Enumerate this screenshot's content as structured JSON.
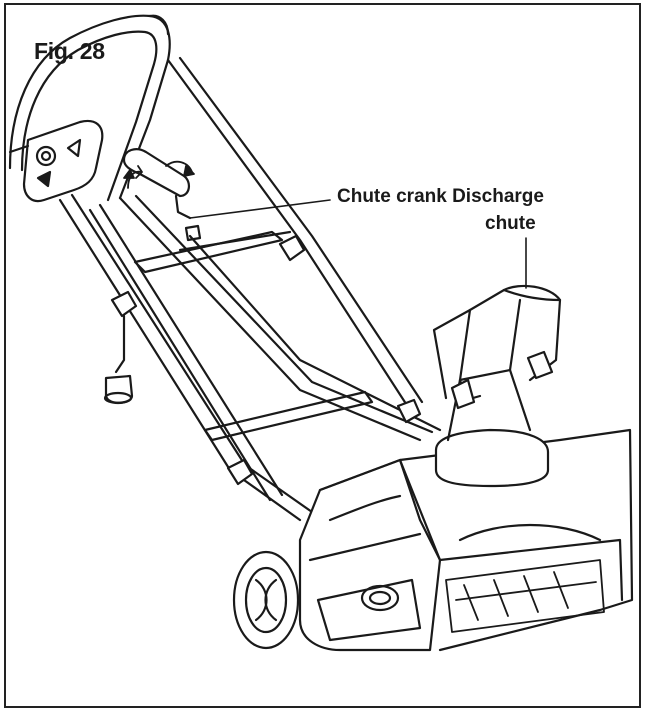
{
  "figure": {
    "label": "Fig. 28",
    "callout_line1": "Chute crank Discharge",
    "callout_line2": "chute"
  },
  "colors": {
    "ink": "#1a1a1a",
    "paper": "#ffffff",
    "shade": "#d9d9d9"
  },
  "icons": [
    "snow-thrower-illustration",
    "rotation-arrow-icon"
  ]
}
